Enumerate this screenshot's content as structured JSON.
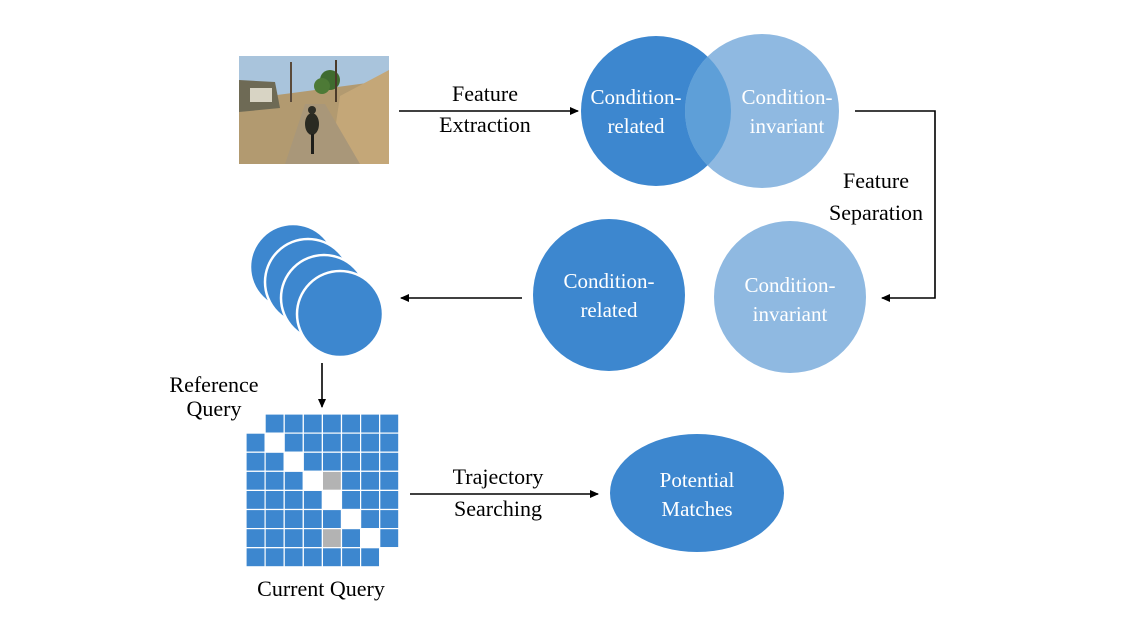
{
  "colors": {
    "dark_blue": "#3d87cf",
    "light_blue": "#8fb9e1",
    "overlap_blue": "#5e9fd8",
    "grid_cell": "#3d87cf",
    "grid_diag": "#ffffff",
    "grid_gray": "#b3b3b3",
    "arrow": "#000000"
  },
  "thumbnail": {
    "icon": "road-scene-photo-icon",
    "description_hidden": ""
  },
  "labels": {
    "feature_extraction": [
      "Feature",
      "Extraction"
    ],
    "feature_separation": [
      "Feature",
      "Separation"
    ],
    "trajectory_searching": [
      "Trajectory",
      "Searching"
    ],
    "reference_query": [
      "Reference",
      "Query"
    ],
    "current_query": "Current Query"
  },
  "circles": {
    "venn_related": [
      "Condition-",
      "related"
    ],
    "venn_invariant": [
      "Condition-",
      "invariant"
    ],
    "sep_related": [
      "Condition-",
      "related"
    ],
    "sep_invariant": [
      "Condition-",
      "invariant"
    ],
    "matches": [
      "Potential",
      "Matches"
    ]
  },
  "matrix": {
    "size": 8,
    "white_cells": [
      [
        0,
        0
      ],
      [
        1,
        1
      ],
      [
        2,
        2
      ],
      [
        3,
        3
      ],
      [
        4,
        4
      ],
      [
        5,
        5
      ],
      [
        6,
        6
      ],
      [
        7,
        7
      ]
    ],
    "gray_cells": [
      [
        3,
        4
      ],
      [
        6,
        4
      ]
    ]
  }
}
